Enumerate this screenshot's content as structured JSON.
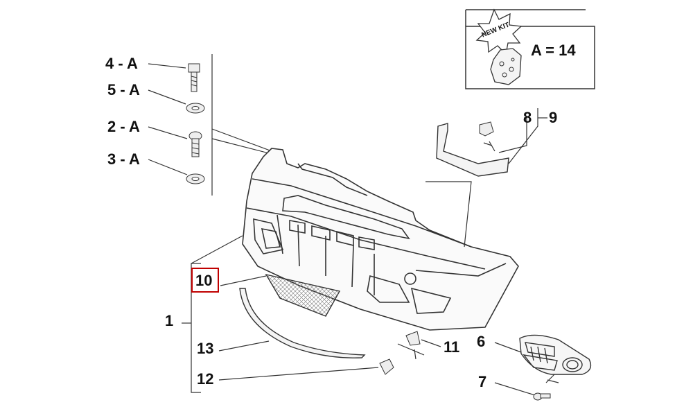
{
  "kit": {
    "badge": "NEW KIT",
    "label": "A = 14"
  },
  "callouts": {
    "c4": "4 - A",
    "c5": "5 - A",
    "c2": "2 - A",
    "c3": "3 - A",
    "c1": "1",
    "c10": "10",
    "c13": "13",
    "c12": "12",
    "c11": "11",
    "c6": "6",
    "c7": "7",
    "c8": "8",
    "c9": "9"
  },
  "highlight_color": "#c00000",
  "line_color": "#333333"
}
